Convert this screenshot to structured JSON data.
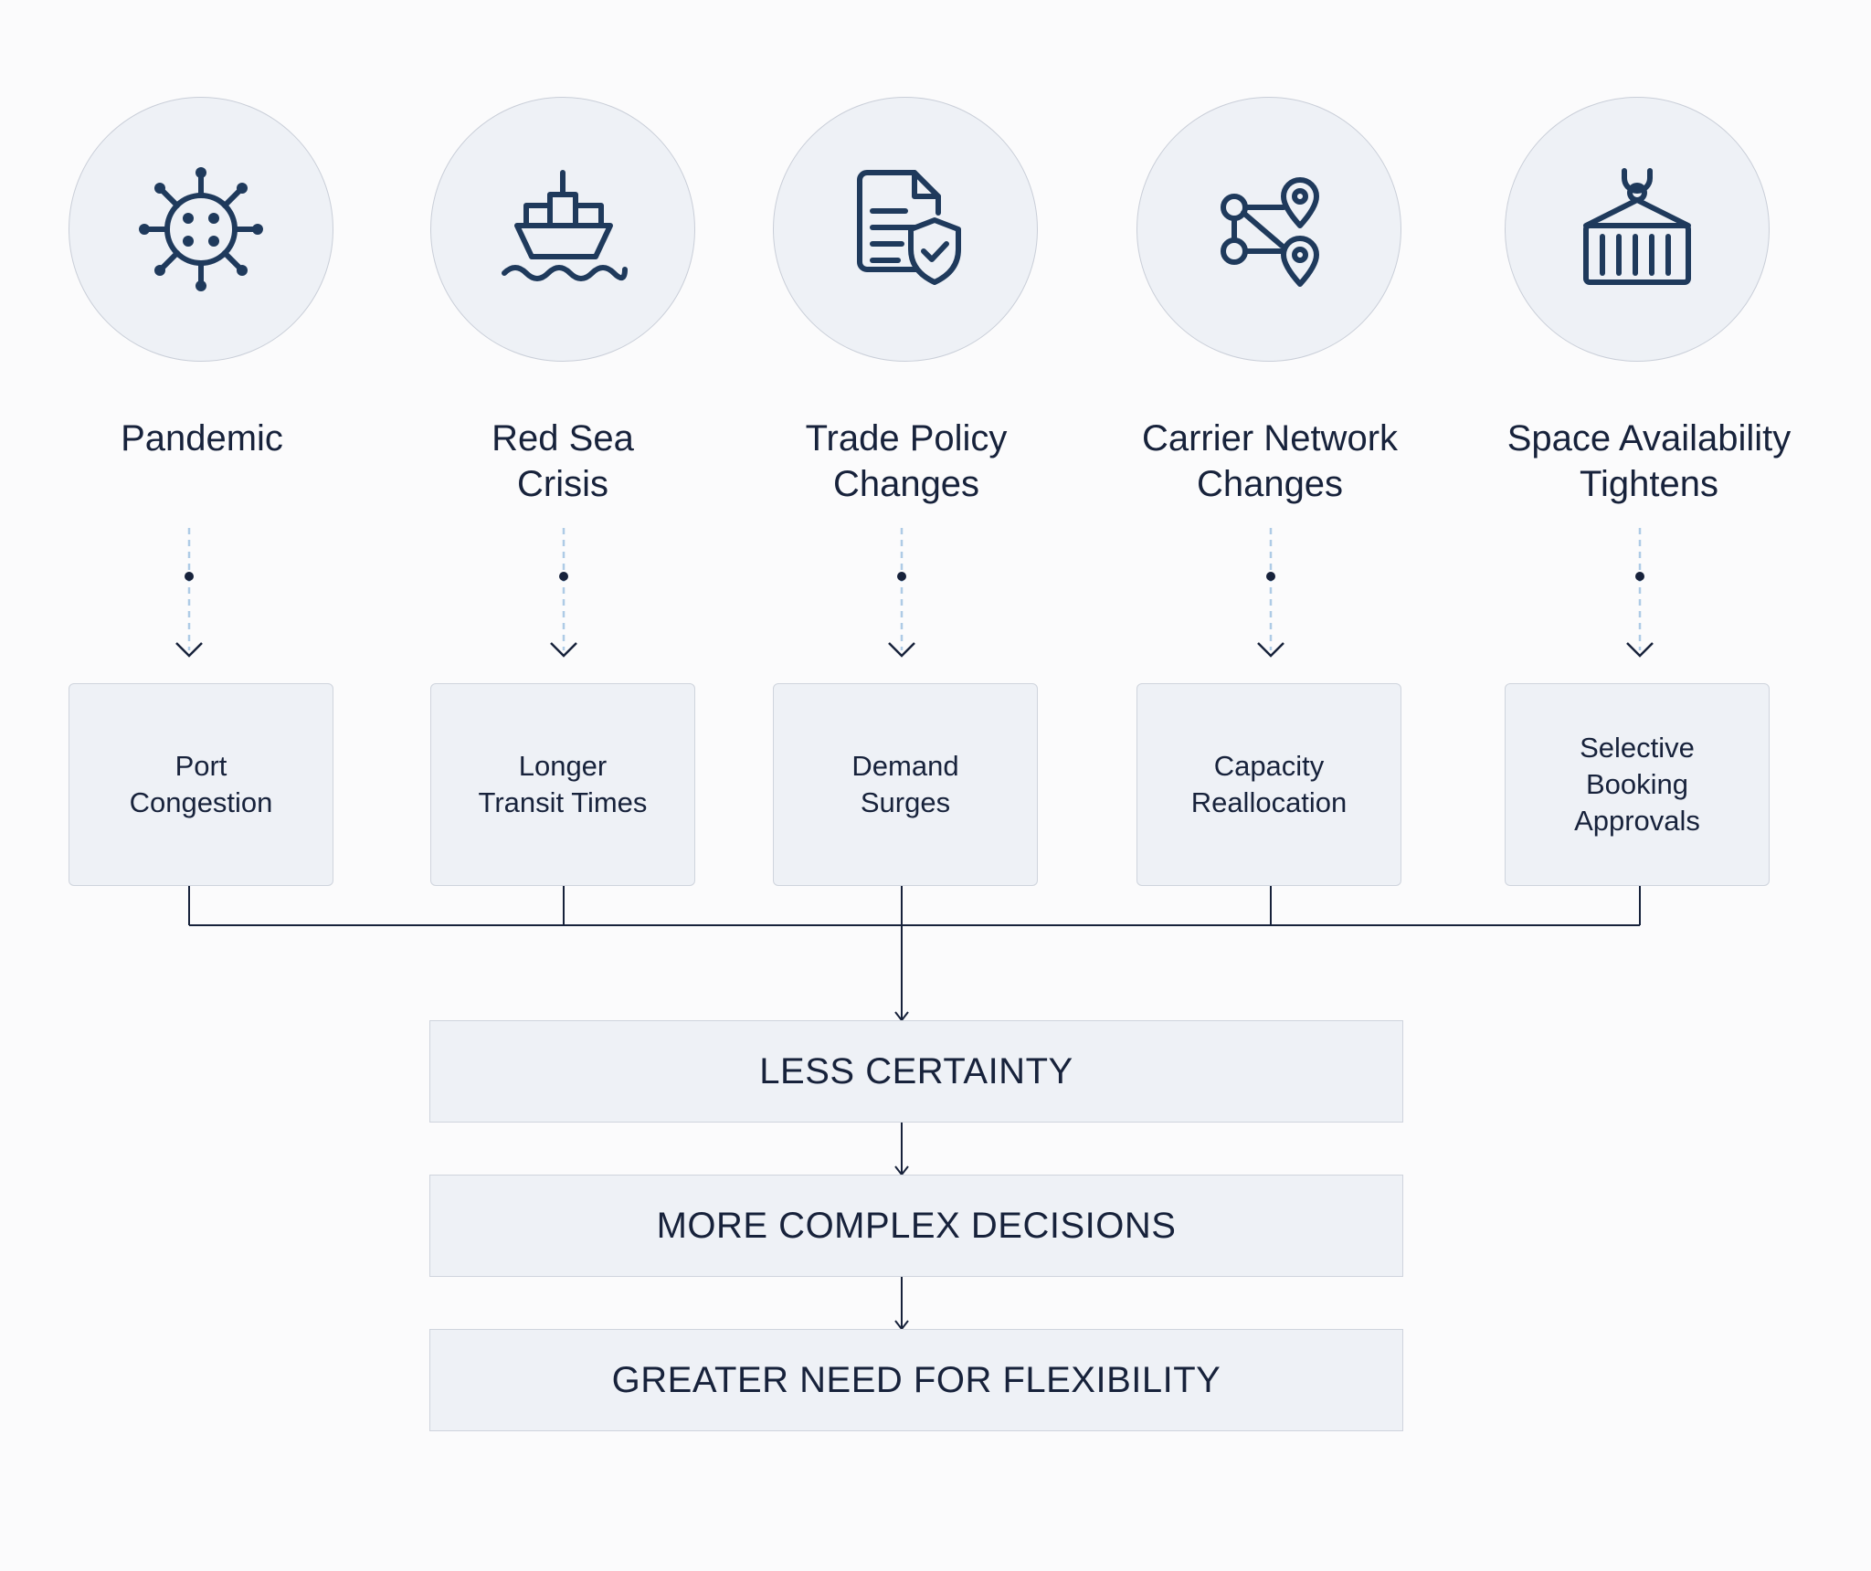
{
  "colors": {
    "background": "#fbfbfc",
    "box_fill": "#eef1f6",
    "border": "#c9ced8",
    "ink": "#17223b",
    "icon": "#1f3a5c",
    "dashed_line": "#aecbe6"
  },
  "causes": [
    {
      "icon": "virus-icon",
      "label": "Pandemic",
      "effect": "Port\nCongestion"
    },
    {
      "icon": "cargo-ship-icon",
      "label": "Red Sea\nCrisis",
      "effect": "Longer\nTransit Times"
    },
    {
      "icon": "policy-document-shield-icon",
      "label": "Trade Policy\nChanges",
      "effect": "Demand\nSurges"
    },
    {
      "icon": "route-pins-icon",
      "label": "Carrier Network\nChanges",
      "effect": "Capacity\nReallocation"
    },
    {
      "icon": "shipping-container-icon",
      "label": "Space Availability\nTightens",
      "effect": "Selective\nBooking\nApprovals"
    }
  ],
  "stages": [
    "LESS CERTAINTY",
    "MORE COMPLEX DECISIONS",
    "GREATER NEED FOR FLEXIBILITY"
  ]
}
